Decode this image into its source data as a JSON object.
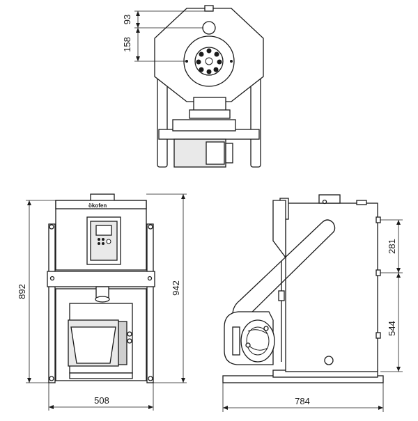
{
  "brand_logo": "ökofen",
  "dimensions": {
    "top_view_offset_1": "93",
    "top_view_offset_2": "158",
    "front_height_body": "892",
    "front_height_total": "942",
    "front_width": "508",
    "side_height_upper": "281",
    "side_height_lower": "544",
    "side_depth": "784"
  },
  "colors": {
    "line": "#1a1a1a",
    "panel_fill": "#e9e9e9",
    "dark_fill": "#cfcfcf"
  }
}
